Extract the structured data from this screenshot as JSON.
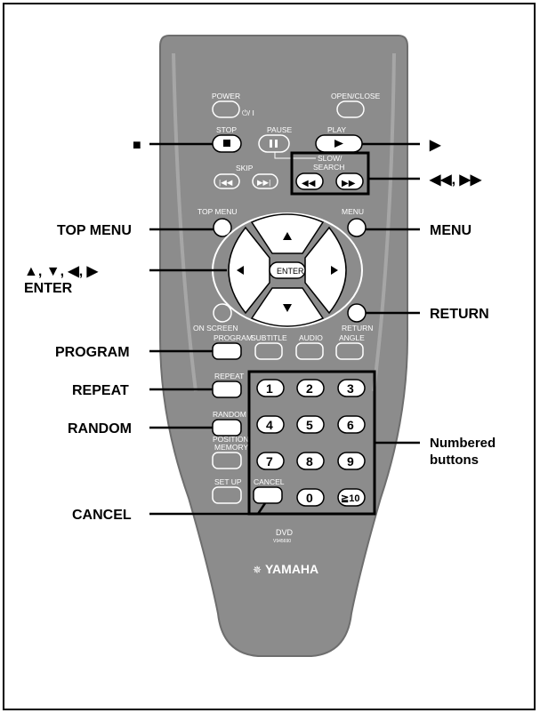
{
  "remote": {
    "power": "POWER",
    "power_symbol": "⏻/ I",
    "open_close": "OPEN/CLOSE",
    "stop": "STOP",
    "pause": "PAUSE",
    "play": "PLAY",
    "skip": "SKIP",
    "slow_search_1": "SLOW/",
    "slow_search_2": "SEARCH",
    "top_menu": "TOP MENU",
    "menu": "MENU",
    "enter": "ENTER",
    "on_screen": "ON SCREEN",
    "return": "RETURN",
    "program": "PROGRAM",
    "subtitle": "SUBTITLE",
    "audio": "AUDIO",
    "angle": "ANGLE",
    "repeat": "REPEAT",
    "random": "RANDOM",
    "position_memory_1": "POSITION",
    "position_memory_2": "MEMORY",
    "set_up": "SET UP",
    "cancel": "CANCEL",
    "numbers": [
      "1",
      "2",
      "3",
      "4",
      "5",
      "6",
      "7",
      "8",
      "9",
      "0",
      "≧10"
    ],
    "dvd": "DVD",
    "model": "V945690",
    "brand": "YAMAHA"
  },
  "callouts": {
    "stop": "■",
    "play": "▶",
    "search": "◀◀, ▶▶",
    "top_menu": "TOP MENU",
    "menu": "MENU",
    "arrows": "▲, ▼, ◀, ▶",
    "enter": "ENTER",
    "return": "RETURN",
    "program": "PROGRAM",
    "repeat": "REPEAT",
    "random": "RANDOM",
    "numbered_1": "Numbered",
    "numbered_2": "buttons",
    "cancel": "CANCEL"
  },
  "colors": {
    "body": "#8c8c8c",
    "body_edge": "#6e6e6e",
    "button": "#8c8c8c",
    "line": "#000000"
  }
}
